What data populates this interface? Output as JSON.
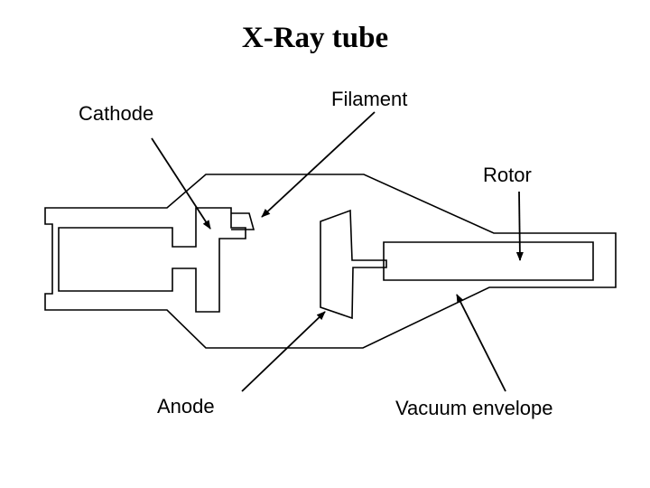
{
  "title": "X-Ray tube",
  "labels": {
    "cathode": "Cathode",
    "filament": "Filament",
    "rotor": "Rotor",
    "anode": "Anode",
    "vacuum_envelope": "Vacuum envelope"
  },
  "colors": {
    "stroke": "#000000",
    "background": "#ffffff"
  }
}
